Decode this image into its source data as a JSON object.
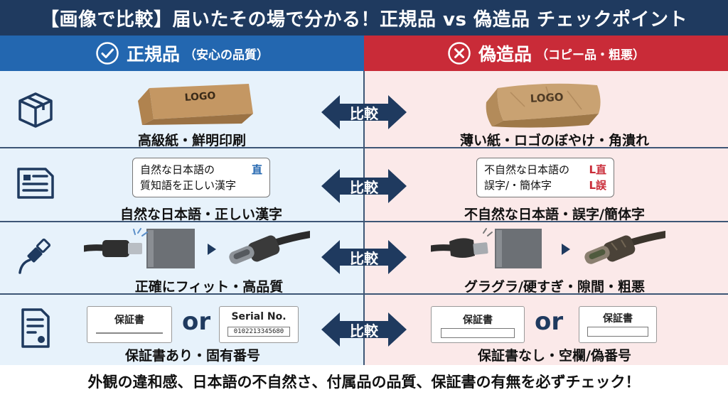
{
  "title": "【画像で比較】届いたその場で分かる！正規品 vs 偽造品 チェックポイント",
  "left": {
    "header_main": "正規品",
    "header_sub": "（安心の品質）",
    "header_icon": "check-circle-icon",
    "color": "#2367b0",
    "rows": [
      {
        "caption": "高級紙・鮮明印刷",
        "box_logo": "LOGO"
      },
      {
        "caption": "自然な日本語・正しい漢字",
        "note_lines": [
          "自然な日本語の",
          "質知語を正しい漢字"
        ],
        "note_mark": "直"
      },
      {
        "caption": "正確にフィット・高品質"
      },
      {
        "caption": "保証書あり・固有番号",
        "card1_title": "保証書",
        "card2_title": "Serial No.",
        "card2_number": "0102213345680"
      }
    ]
  },
  "right": {
    "header_main": "偽造品",
    "header_sub": "（コピー品・粗悪）",
    "header_icon": "x-circle-icon",
    "color": "#c92b38",
    "rows": [
      {
        "caption": "薄い紙・ロゴのぼやけ・角潰れ",
        "box_logo": "LOGO"
      },
      {
        "caption": "不自然な日本語・誤字/簡体字",
        "note_lines": [
          "不自然な日本語の",
          "誤字/・簡体字"
        ],
        "note_marks": [
          "L直",
          "L誤"
        ]
      },
      {
        "caption": "グラグラ/硬すぎ・隙間・粗悪"
      },
      {
        "caption": "保証書なし・空欄/偽番号",
        "card1_title": "保証書",
        "card2_title": "保証書"
      }
    ]
  },
  "compare_label": "比較",
  "or_label": "or",
  "footer": "外観の違和感、日本語の不自然さ、付属品の品質、保証書の有無を必ずチェック！",
  "colors": {
    "navy": "#1f3a5f",
    "blue": "#2367b0",
    "red": "#c92b38",
    "left_bg": "#e7f2fb",
    "right_bg": "#fbe9e9"
  }
}
